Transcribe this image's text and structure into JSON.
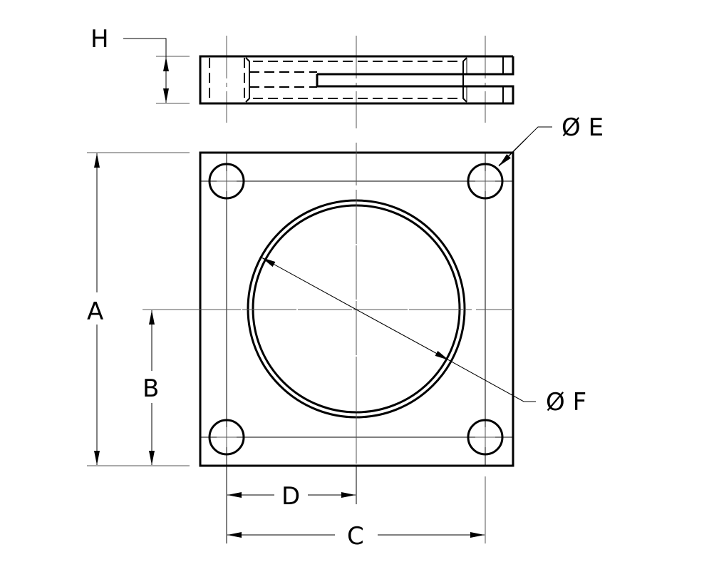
{
  "drawing": {
    "title": "Square flange plate with 4 bolt holes and central bore",
    "views": [
      "side-view",
      "front-view"
    ],
    "dimensions": {
      "A": {
        "label": "A",
        "meaning": "overall height of plate"
      },
      "B": {
        "label": "B",
        "meaning": "bottom edge to bore center"
      },
      "C": {
        "label": "C",
        "meaning": "bolt hole center spacing"
      },
      "D": {
        "label": "D",
        "meaning": "bolt hole center to bore center"
      },
      "E": {
        "label": "Ø E",
        "meaning": "bolt hole diameter"
      },
      "F": {
        "label": "Ø F",
        "meaning": "bore diameter"
      },
      "H": {
        "label": "H",
        "meaning": "plate thickness"
      }
    }
  }
}
